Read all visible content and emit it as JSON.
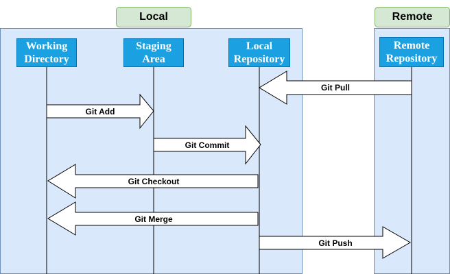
{
  "zones": {
    "local_label": "Local",
    "remote_label": "Remote"
  },
  "lifelines": {
    "working_directory": "Working\nDirectory",
    "staging_area": "Staging\nArea",
    "local_repository": "Local\nRepository",
    "remote_repository": "Remote\nRepository"
  },
  "messages": {
    "git_pull": "Git Pull",
    "git_add": "Git Add",
    "git_commit": "Git Commit",
    "git_checkout": "Git Checkout",
    "git_merge": "Git Merge",
    "git_push": "Git Push"
  },
  "colors": {
    "zone_fill": "#dae8fc",
    "zone_stroke": "#6c8ebf",
    "zone_label_fill": "#d5e8d4",
    "zone_label_stroke": "#82b366",
    "lifeline_head_fill": "#1ba1e2"
  }
}
